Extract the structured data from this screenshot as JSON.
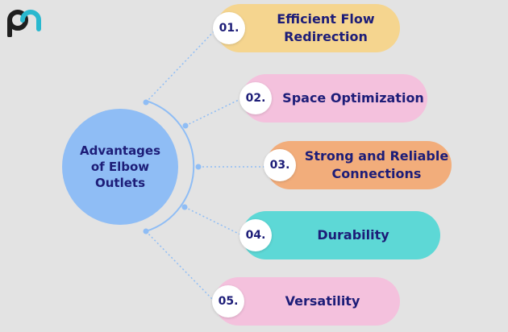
{
  "hub": {
    "label": "Advantages\nof Elbow\nOutlets"
  },
  "items": [
    {
      "number": "01.",
      "label": "Efficient Flow\nRedirection",
      "color": "#f5d58f"
    },
    {
      "number": "02.",
      "label": "Space Optimization",
      "color": "#f4c1dd"
    },
    {
      "number": "03.",
      "label": "Strong and Reliable\nConnections",
      "color": "#f2ad7b"
    },
    {
      "number": "04.",
      "label": "Durability",
      "color": "#5dd8d6"
    },
    {
      "number": "05.",
      "label": "Versatility",
      "color": "#f4c1dd"
    }
  ],
  "colors": {
    "hub": "#8fbdf5",
    "text": "#1d1d78",
    "connector": "#8fbdf5",
    "background": "#e3e3e3"
  },
  "logo": {
    "icon": "brand-logo-icon"
  }
}
